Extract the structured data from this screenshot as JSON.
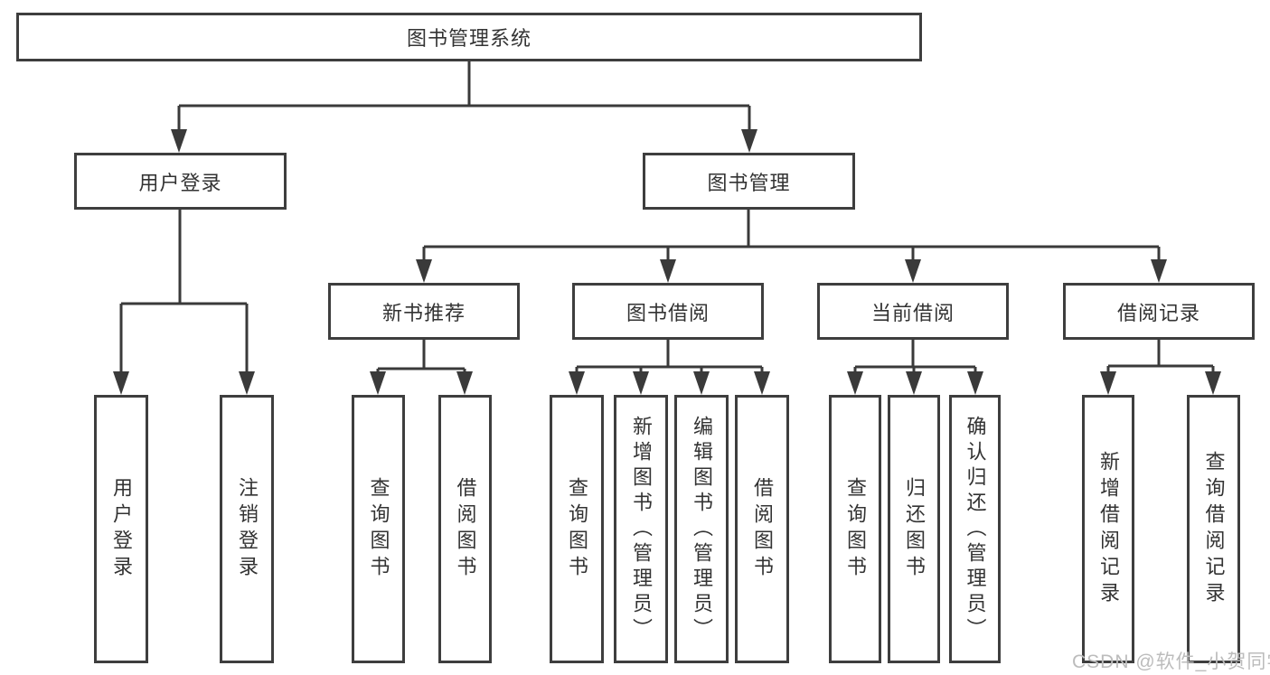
{
  "tree": {
    "label": "图书管理系统",
    "children": [
      {
        "label": "用户登录",
        "children": [
          {
            "label": "用户登录"
          },
          {
            "label": "注销登录"
          }
        ]
      },
      {
        "label": "图书管理",
        "children": [
          {
            "label": "新书推荐",
            "children": [
              {
                "label": "查询图书"
              },
              {
                "label": "借阅图书"
              }
            ]
          },
          {
            "label": "图书借阅",
            "children": [
              {
                "label": "查询图书"
              },
              {
                "label": "新增图书（管理员）"
              },
              {
                "label": "编辑图书（管理员）"
              },
              {
                "label": "借阅图书"
              }
            ]
          },
          {
            "label": "当前借阅",
            "children": [
              {
                "label": "查询图书"
              },
              {
                "label": "归还图书"
              },
              {
                "label": "确认归还（管理员）"
              }
            ]
          },
          {
            "label": "借阅记录",
            "children": [
              {
                "label": "新增借阅记录"
              },
              {
                "label": "查询借阅记录"
              }
            ]
          }
        ]
      }
    ]
  },
  "watermark": {
    "text": "CSDN @软件_小贺同学"
  },
  "colors": {
    "line": "#3a3a3a",
    "box_border": "#3e3e3e",
    "text": "#333333",
    "watermark_text": "#bcbcbc",
    "background": "#ffffff"
  }
}
